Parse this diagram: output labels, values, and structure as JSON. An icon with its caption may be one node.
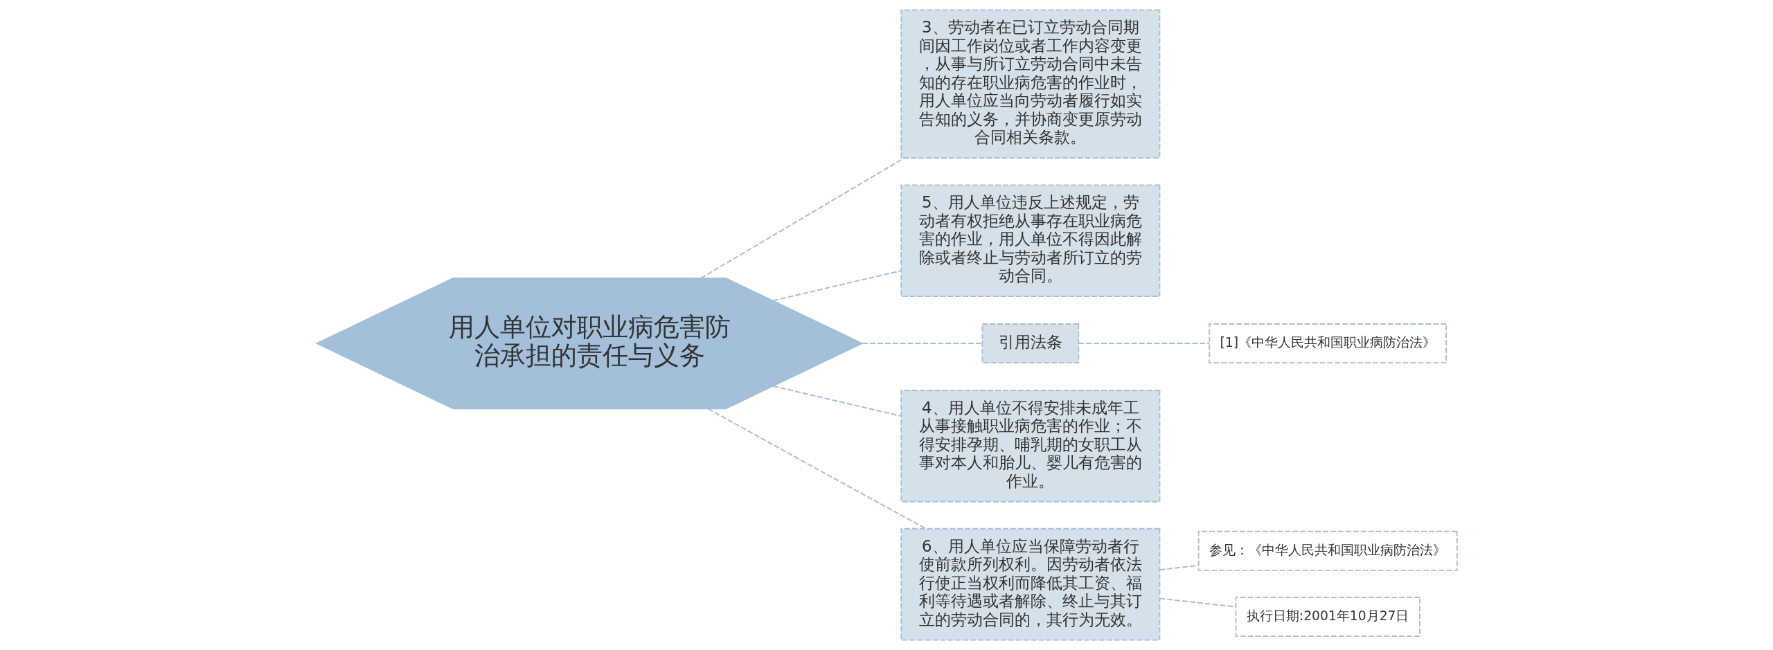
{
  "diagram": {
    "nodes": [
      {
        "text": [
          "用人单位对职业病危害防治承担的责任与义务"
        ]
      },
      {
        "text": [
          "3、劳动者在已订立劳动合同期间因工作岗位或者工作内容变更，从事与所订立劳动合同中未告知的存在职业病危害的作业时，用人单位应当向劳动者履行如实告知的义务，并协商变更原劳动合同相关条款。"
        ]
      },
      {
        "text": [
          "5、用人单位违反上述规定，劳动者有权拒绝从事存在职业病危害的作业，用人单位不得因此解除或者终止与劳动者所订立的劳动合同。"
        ]
      },
      {
        "text": [
          "引用法条"
        ]
      },
      {
        "text": [
          "[1]《中华人民共和国职业病防治法》"
        ]
      },
      {
        "text": [
          "4、用人单位不得安排未成年工从事接触职业病危害的作业；不得安排孕期、哺乳期的女职工从事对本人和胎儿、婴儿有危害的作业。"
        ]
      },
      {
        "text": [
          "6、用人单位应当保障劳动者行使前款所列权利。因劳动者依法行使正当权利而降低其工资、福利等待遇或者解除、终止与其订立的劳动合同的，其行为无效。"
        ]
      },
      {
        "text": [
          "参见：《中华人民共和国职业病防治法》"
        ]
      },
      {
        "text": [
          "执行日期:2001年10月27日"
        ]
      }
    ],
    "edges": [
      {
        "from": 0,
        "to": 1,
        "arrow": "none"
      },
      {
        "from": 0,
        "to": 2,
        "arrow": "none"
      },
      {
        "from": 0,
        "to": 3,
        "arrow": "none"
      },
      {
        "from": 3,
        "to": 4,
        "arrow": "none"
      },
      {
        "from": 0,
        "to": 5,
        "arrow": "none"
      },
      {
        "from": 0,
        "to": 6,
        "arrow": "none"
      },
      {
        "from": 6,
        "to": 7,
        "arrow": "none"
      },
      {
        "from": 6,
        "to": 8,
        "arrow": "none"
      }
    ]
  }
}
